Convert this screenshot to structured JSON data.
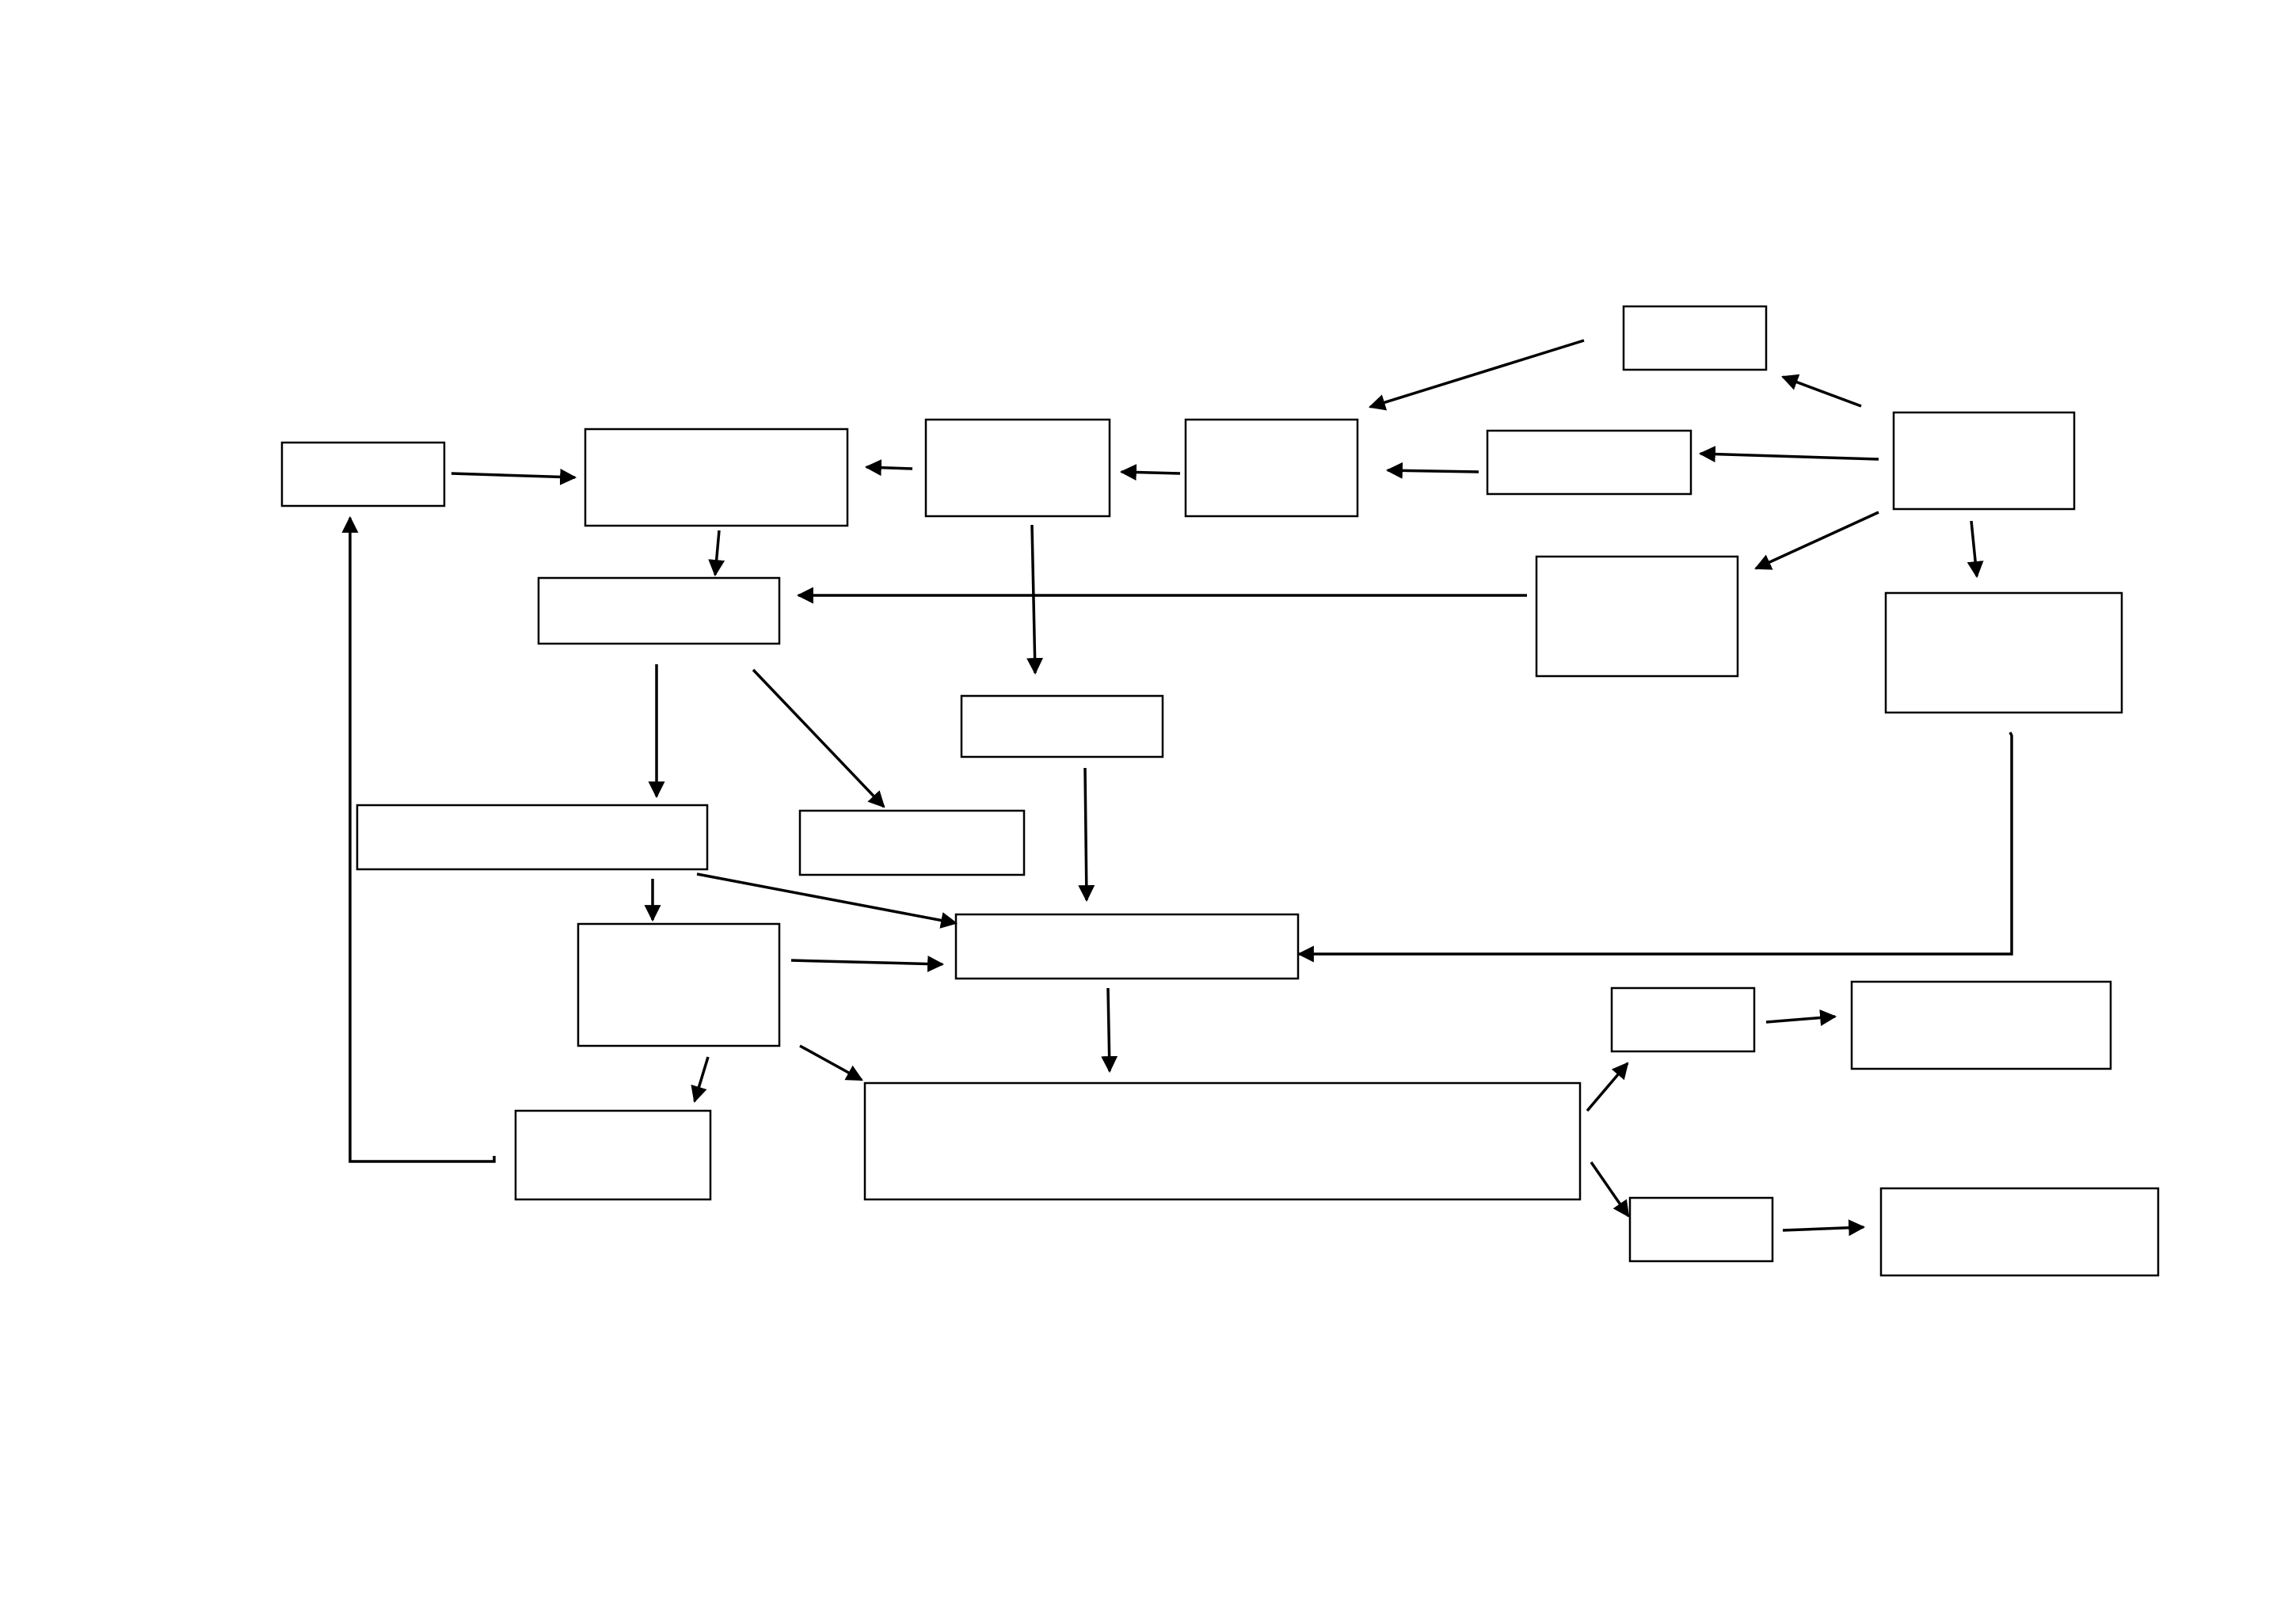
{
  "diagram": {
    "boxes": [
      {
        "id": "b1",
        "label": ""
      },
      {
        "id": "b2",
        "label": ""
      },
      {
        "id": "b3",
        "label": ""
      },
      {
        "id": "b4",
        "label": ""
      },
      {
        "id": "b5",
        "label": ""
      },
      {
        "id": "b6",
        "label": ""
      },
      {
        "id": "b7",
        "label": ""
      },
      {
        "id": "b8",
        "label": ""
      },
      {
        "id": "b9",
        "label": ""
      },
      {
        "id": "b10",
        "label": ""
      },
      {
        "id": "b11",
        "label": ""
      },
      {
        "id": "b12",
        "label": ""
      },
      {
        "id": "b13",
        "label": ""
      },
      {
        "id": "b14",
        "label": ""
      },
      {
        "id": "b15",
        "label": ""
      },
      {
        "id": "b16",
        "label": ""
      },
      {
        "id": "b17",
        "label": ""
      },
      {
        "id": "b18",
        "label": ""
      },
      {
        "id": "b19",
        "label": ""
      },
      {
        "id": "b20",
        "label": ""
      },
      {
        "id": "b21",
        "label": ""
      },
      {
        "id": "b22",
        "label": ""
      },
      {
        "id": "b23",
        "label": ""
      }
    ],
    "edges": [
      {
        "from": "b2",
        "to": "b3"
      },
      {
        "from": "b4",
        "to": "b3"
      },
      {
        "from": "b5",
        "to": "b4"
      },
      {
        "from": "b6",
        "to": "b5"
      },
      {
        "from": "b7",
        "to": "b6"
      },
      {
        "from": "b7",
        "to": "b1"
      },
      {
        "from": "b1",
        "to": "b5"
      },
      {
        "from": "b7",
        "to": "b8"
      },
      {
        "from": "b7",
        "to": "b9"
      },
      {
        "from": "b3",
        "to": "b10"
      },
      {
        "from": "b8",
        "to": "b10"
      },
      {
        "from": "b4",
        "to": "b11"
      },
      {
        "from": "b10",
        "to": "b12"
      },
      {
        "from": "b10",
        "to": "b13"
      },
      {
        "from": "b12",
        "to": "b14"
      },
      {
        "from": "b12",
        "to": "b15"
      },
      {
        "from": "b11",
        "to": "b15"
      },
      {
        "from": "b9",
        "to": "b15"
      },
      {
        "from": "b14",
        "to": "b15"
      },
      {
        "from": "b14",
        "to": "b16"
      },
      {
        "from": "b14",
        "to": "b17"
      },
      {
        "from": "b15",
        "to": "b17"
      },
      {
        "from": "b16",
        "to": "b2"
      },
      {
        "from": "b17",
        "to": "b18"
      },
      {
        "from": "b17",
        "to": "b19"
      },
      {
        "from": "b18",
        "to": "b20"
      },
      {
        "from": "b19",
        "to": "b21"
      }
    ]
  }
}
